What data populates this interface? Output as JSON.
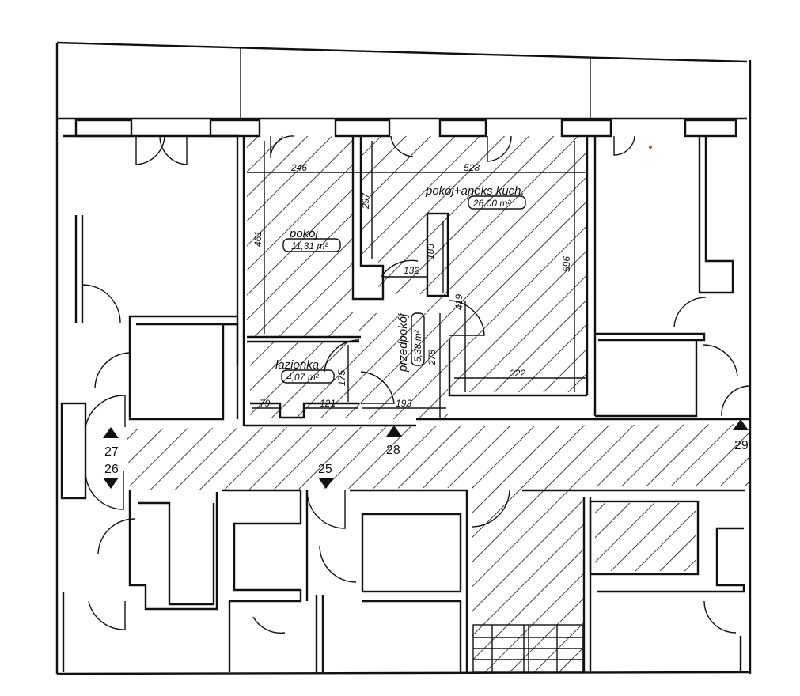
{
  "rooms": {
    "pokoj": {
      "name": "pokój",
      "area": "11,31 m²"
    },
    "pokoj_aneks": {
      "name": "pokój+aneks kuch.",
      "area": "26,00 m²"
    },
    "lazienka": {
      "name": "łazienka",
      "area": "4,07 m²"
    },
    "przedpokoj": {
      "name": "przedpokój",
      "area": "5,38 m²"
    }
  },
  "dimensions": {
    "d246": "246",
    "d528": "528",
    "d297": "297",
    "d461": "461",
    "d183": "183",
    "d132": "132",
    "d596": "596",
    "d419": "419",
    "d278": "278",
    "d322": "322",
    "d175": "175",
    "d79": "79",
    "d121": "121",
    "d193": "193"
  },
  "markers": {
    "m25": "25",
    "m26": "26",
    "m27": "27",
    "m28": "28",
    "m29": "29"
  }
}
